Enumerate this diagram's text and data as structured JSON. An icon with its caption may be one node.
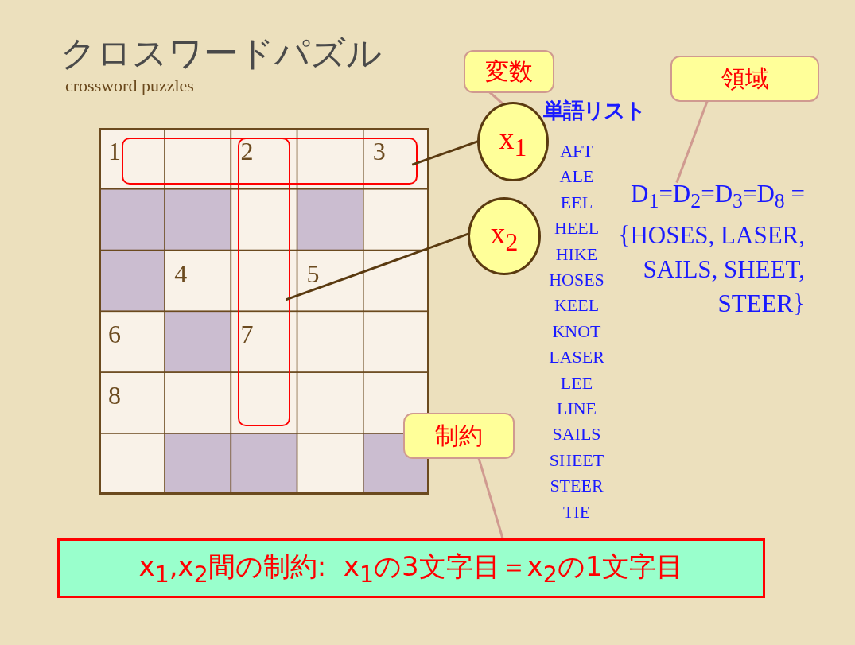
{
  "diagram": {
    "title": "クロスワードパズル",
    "nodes": [
      {
        "text": [],
        "shape": "grid"
      },
      {
        "text": [],
        "shape": "box",
        "in": 0
      },
      {
        "text": [],
        "shape": "box",
        "in": 0
      },
      {
        "text": [
          "変数"
        ]
      },
      {
        "text": [
          "x$_{1}$"
        ]
      },
      {
        "text": [
          "x$_{2}$"
        ]
      },
      {
        "text": [
          "領域"
        ]
      },
      {
        "text": [
          "D$_{1}$=D$_{2}$=D$_{3}$=D$_{8}$ ={HOSES, LASER, SAILS, SHEET, STEER}"
        ]
      },
      {
        "text": [
          "制約"
        ]
      },
      {
        "text": [
          "x$_{1}$,x$_{2}$間の制約:  x$_{1}$の3文字目＝x$_{2}$の1文字目"
        ]
      }
    ],
    "edges": [
      {
        "from": 3,
        "to": 4,
        "arrow": "none"
      },
      {
        "from": 4,
        "to": 1,
        "arrow": "none",
        "color": "#5a3a10"
      },
      {
        "from": 5,
        "to": 2,
        "arrow": "none",
        "color": "#5a3a10"
      },
      {
        "from": 6,
        "to": 7,
        "arrow": "none"
      },
      {
        "from": 8,
        "to": 9,
        "arrow": "none"
      }
    ],
    "labels": [
      "crossword puzzles",
      "1",
      "2",
      "3",
      "4",
      "5",
      "6",
      "7",
      "8",
      "単語リスト",
      "AFT",
      "ALE",
      "EEL",
      "HEEL",
      "HIKE",
      "HOSES",
      "KEEL",
      "KNOT",
      "LASER",
      "LEE",
      "LINE",
      "SAILS",
      "SHEET",
      "STEER",
      "TIE"
    ]
  }
}
